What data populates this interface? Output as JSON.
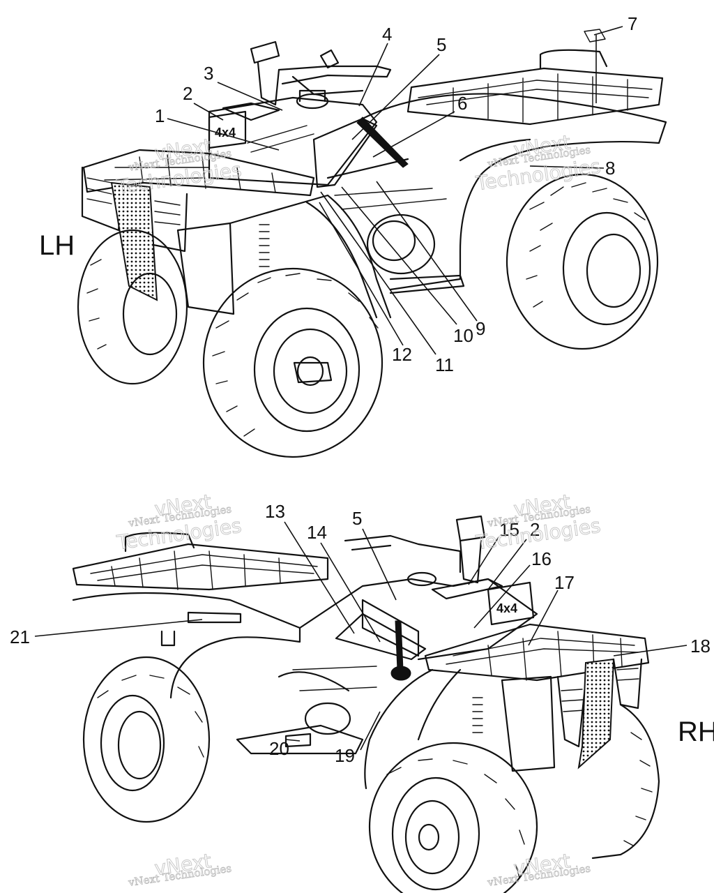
{
  "views": [
    {
      "id": "lh",
      "side_label": "LH",
      "callouts": [
        "1",
        "2",
        "3",
        "4",
        "5",
        "6",
        "7",
        "8",
        "9",
        "10",
        "11",
        "12"
      ]
    },
    {
      "id": "rh",
      "side_label": "RH",
      "callouts": [
        "13",
        "14",
        "5",
        "15",
        "2",
        "16",
        "17",
        "18",
        "19",
        "20",
        "21"
      ]
    }
  ],
  "watermark": {
    "line1": "vNext Technologies",
    "line2": "vNext",
    "line3": "Technologies"
  }
}
